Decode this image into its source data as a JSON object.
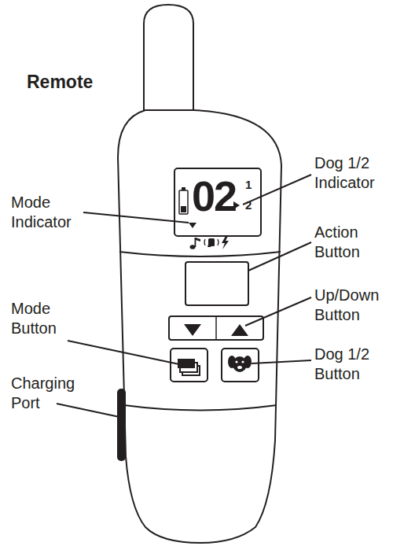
{
  "diagram": {
    "title": "Remote",
    "labels": [
      "Mode Indicator",
      "Dog 1/2 Indicator",
      "Action Button",
      "Up/Down Button",
      "Mode Button",
      "Dog 1/2 Button",
      "Charging Port",
      "02",
      "1",
      "2"
    ]
  }
}
